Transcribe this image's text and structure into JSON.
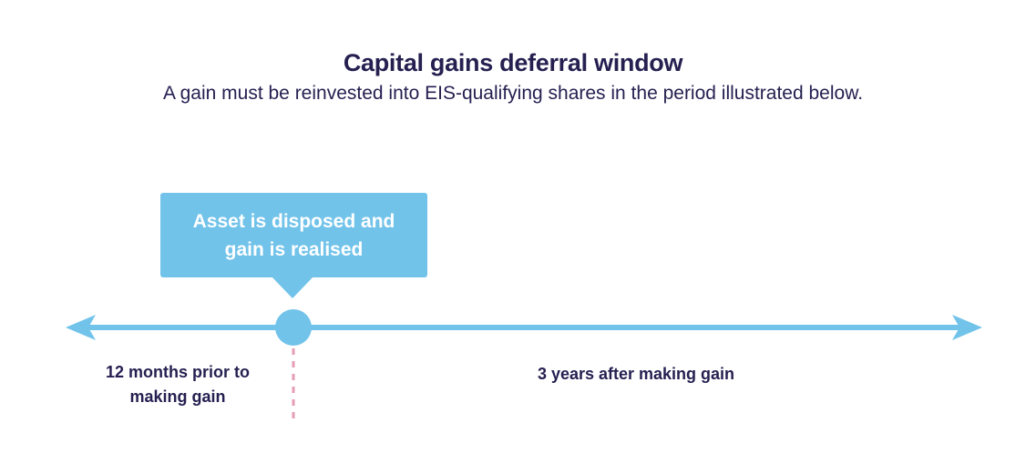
{
  "colors": {
    "accent_blue": "#72C3EA",
    "text_navy": "#262051",
    "dashed_pink": "#E69CB6",
    "callout_text": "#FFFFFF",
    "background": "#FFFFFF"
  },
  "header": {
    "title": "Capital gains deferral window",
    "subtitle": "A gain must be reinvested into EIS-qualifying shares in the period illustrated below."
  },
  "timeline": {
    "callout": {
      "line1": "Asset is disposed and",
      "line2": "gain is realised"
    },
    "left_label": {
      "line1": "12 months prior to",
      "line2": "making gain"
    },
    "right_label": "3 years after making gain"
  }
}
